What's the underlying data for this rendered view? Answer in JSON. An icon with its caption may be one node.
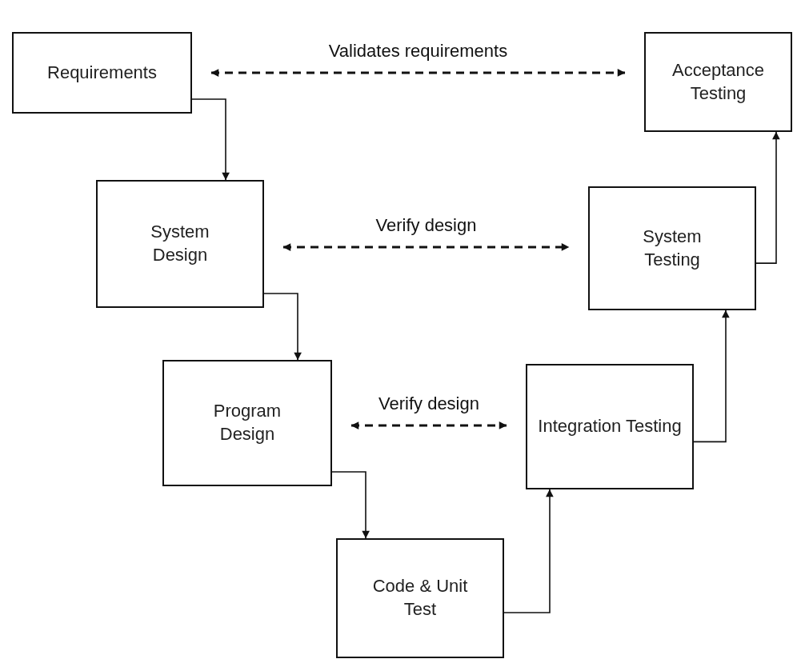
{
  "diagram": {
    "nodes": [
      {
        "text": [
          "Requirements"
        ]
      },
      {
        "text": [
          "Acceptance Testing"
        ]
      },
      {
        "text": [
          "System Design"
        ]
      },
      {
        "text": [
          "System Testing"
        ]
      },
      {
        "text": [
          "Program Design"
        ]
      },
      {
        "text": [
          "Integration Testing"
        ]
      },
      {
        "text": [
          "Code & Unit Test"
        ]
      }
    ],
    "edges": [
      {
        "from": 0,
        "to": 2,
        "arrow": "to"
      },
      {
        "from": 2,
        "to": 4,
        "arrow": "to"
      },
      {
        "from": 4,
        "to": 6,
        "arrow": "to"
      },
      {
        "from": 6,
        "to": 5,
        "arrow": "to"
      },
      {
        "from": 5,
        "to": 3,
        "arrow": "to"
      },
      {
        "from": 3,
        "to": 1,
        "arrow": "to"
      },
      {
        "from": 0,
        "to": 1,
        "arrow": "both",
        "label": "Validates requirements",
        "style": "dashed"
      },
      {
        "from": 2,
        "to": 3,
        "arrow": "both",
        "label": "Verify design",
        "style": "dashed"
      },
      {
        "from": 4,
        "to": 5,
        "arrow": "both",
        "label": "Verify design",
        "style": "dashed"
      }
    ]
  }
}
